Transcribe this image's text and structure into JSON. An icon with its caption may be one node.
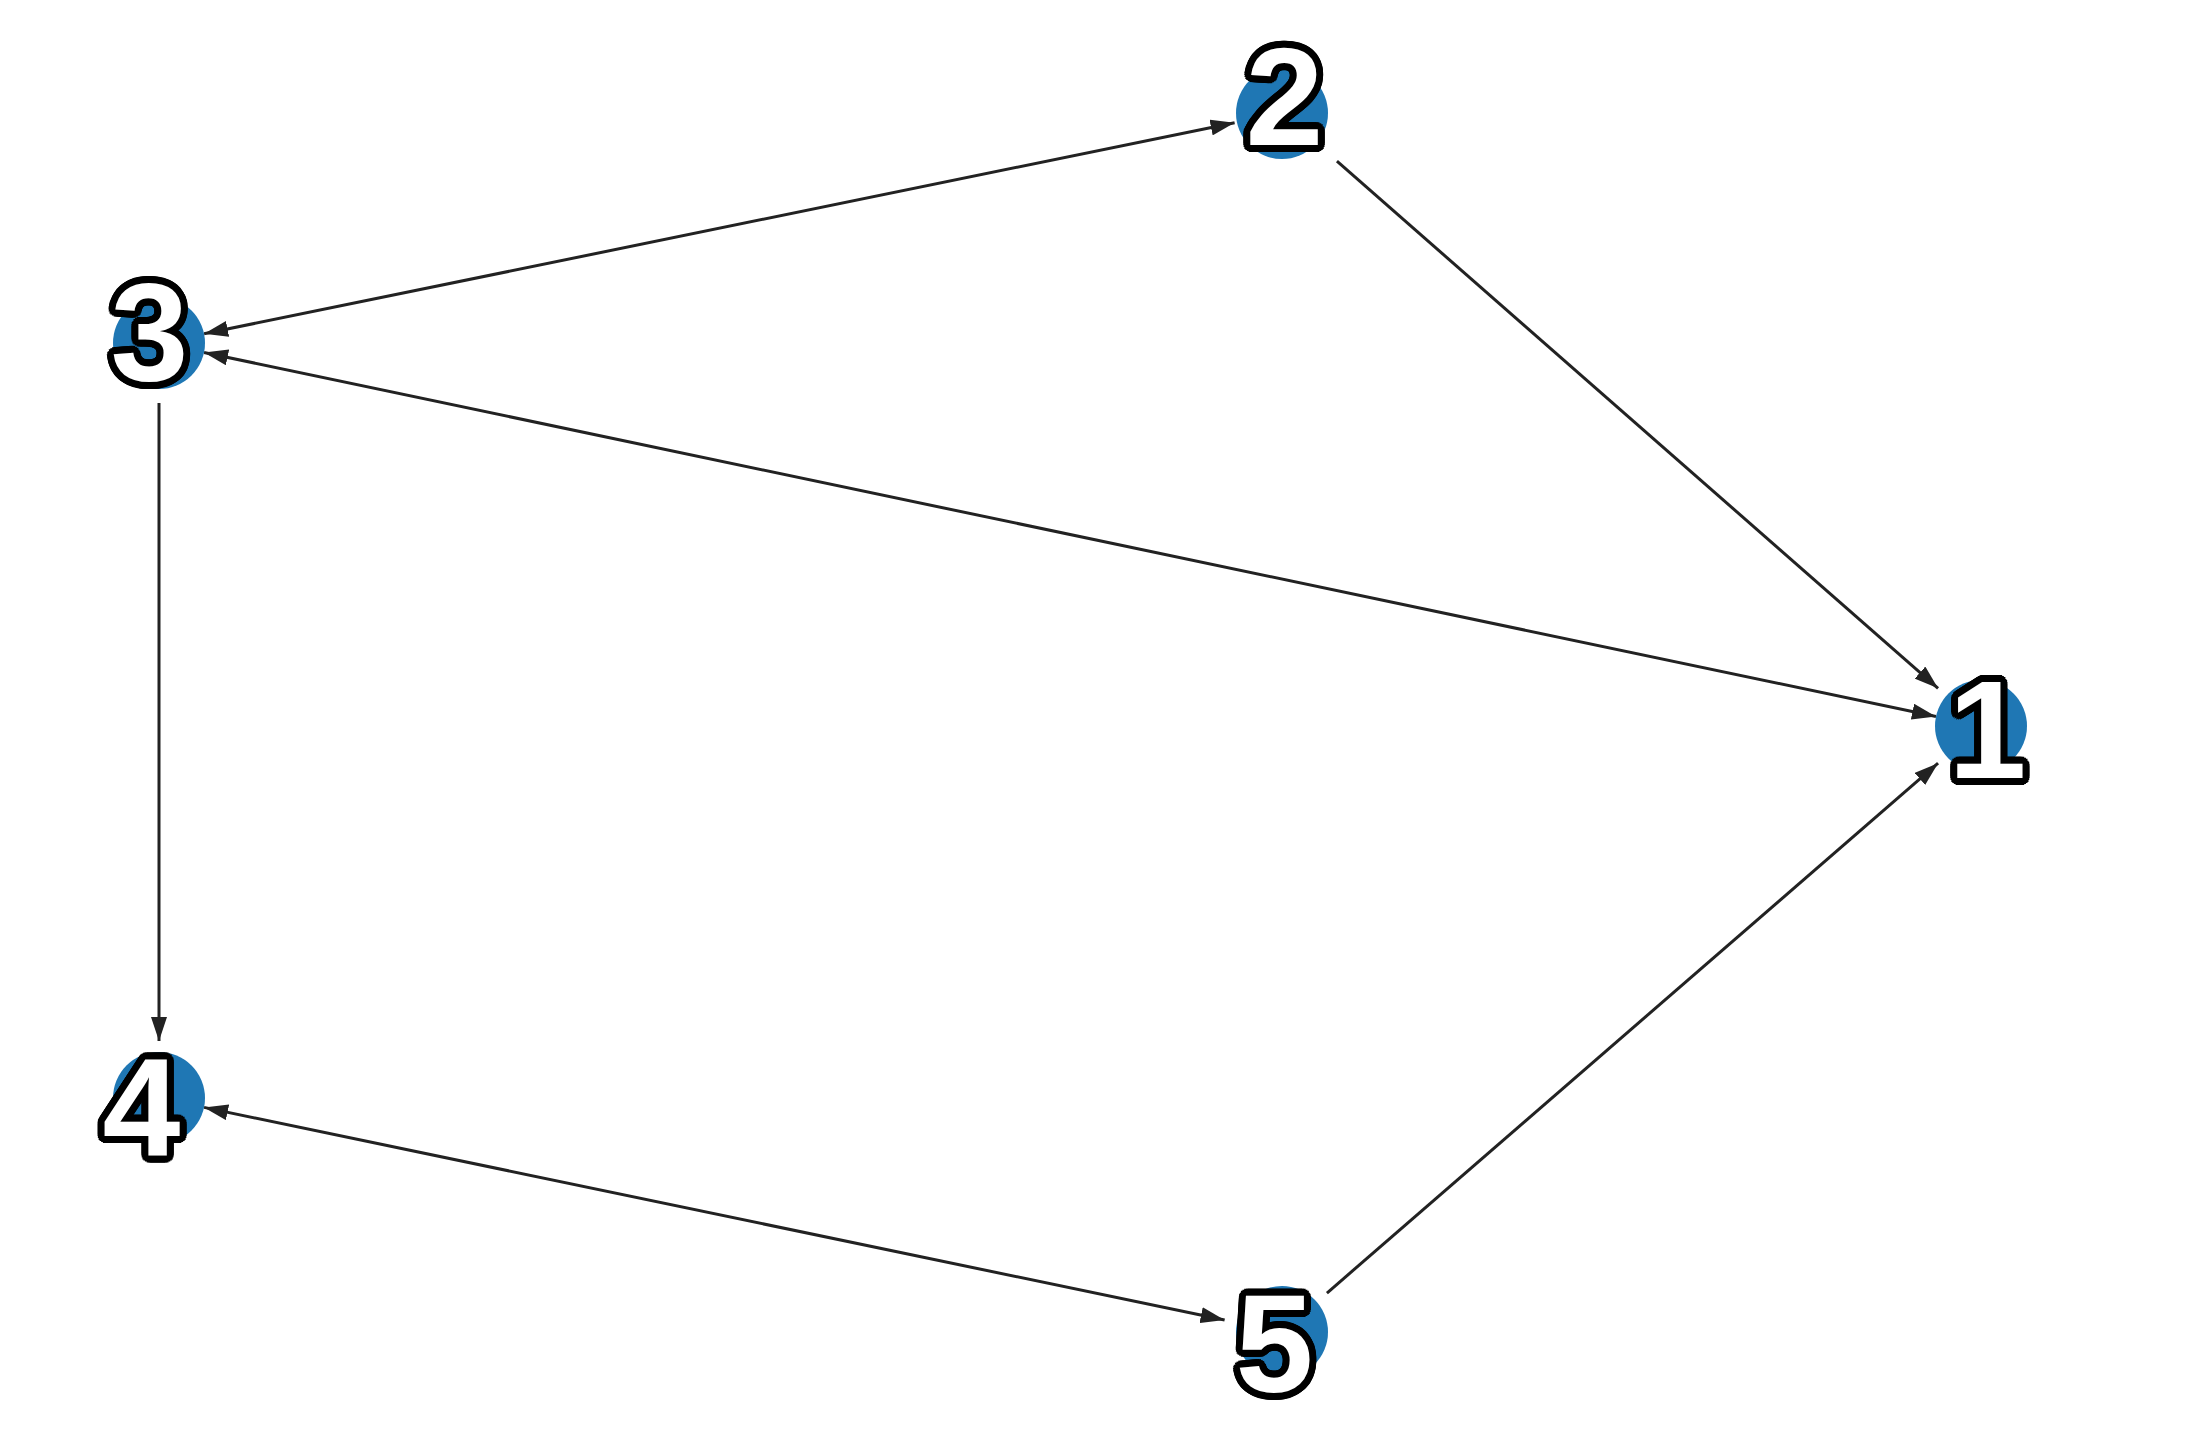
{
  "diagram": {
    "nodes": [
      {
        "text": [
          "2"
        ]
      },
      {
        "text": [
          "3"
        ]
      },
      {
        "text": [
          "1"
        ]
      },
      {
        "text": [
          "4"
        ]
      },
      {
        "text": [
          "5"
        ]
      }
    ],
    "edges": [
      {
        "from": 1,
        "to": 0,
        "arrow": "both"
      },
      {
        "from": 0,
        "to": 2,
        "arrow": "to"
      },
      {
        "from": 1,
        "to": 2,
        "arrow": "both"
      },
      {
        "from": 1,
        "to": 3,
        "arrow": "to"
      },
      {
        "from": 3,
        "to": 4,
        "arrow": "both"
      },
      {
        "from": 4,
        "to": 2,
        "arrow": "to"
      }
    ]
  }
}
